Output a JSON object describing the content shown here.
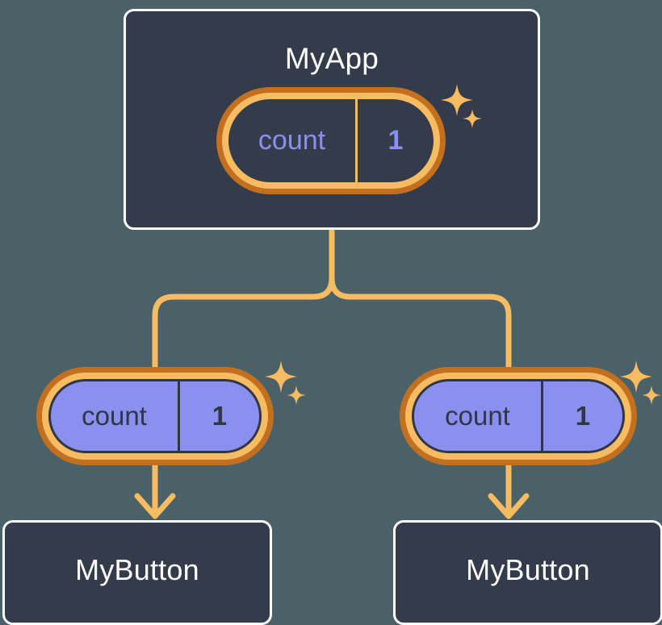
{
  "diagram": {
    "type": "component-state-tree",
    "title": "React component tree with shared count state",
    "background_color": "#4a6168",
    "accent_orange": "#f7bb62",
    "accent_orange_dark": "#c2701f",
    "accent_purple": "#8b90ee",
    "box_fill": "#343b4b",
    "box_border": "#ffffff",
    "text_dark": "#2f3645"
  },
  "root": {
    "label": "MyApp",
    "state_pill": {
      "key": "count",
      "value": "1",
      "style": "dark-fill-purple-text"
    },
    "sparkle_icon": "sparkle-icon"
  },
  "children": [
    {
      "state_pill": {
        "key": "count",
        "value": "1",
        "style": "purple-fill-dark-text"
      },
      "sparkle_icon": "sparkle-icon",
      "label": "MyButton"
    },
    {
      "state_pill": {
        "key": "count",
        "value": "1",
        "style": "purple-fill-dark-text"
      },
      "sparkle_icon": "sparkle-icon",
      "label": "MyButton"
    }
  ],
  "connectors": {
    "style": "rounded-fork",
    "color": "#f7bb62",
    "stroke_width": 7,
    "arrowheads": 2
  }
}
